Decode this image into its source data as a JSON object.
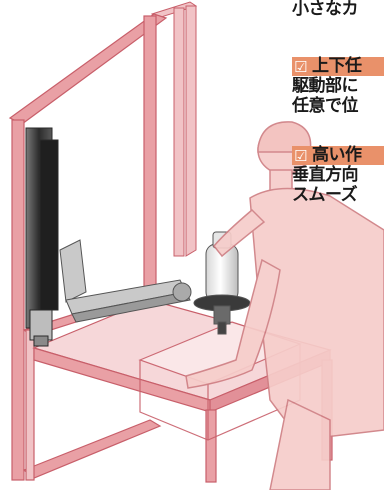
{
  "caption": {
    "line_top": "小さなカ",
    "heading_1": "上下任",
    "body_1a": "駆動部に",
    "body_1b": "任意で位",
    "heading_2": "高い作",
    "body_2a": "垂直方向",
    "body_2b": "スムーズ"
  },
  "check_mark": "☑",
  "colors": {
    "frame": "#e9a0a5",
    "frame_edge": "#c85f6a",
    "highlight": "#e9916a",
    "worker_fill": "#f6cdca",
    "worker_edge": "#cf7f84",
    "column": "#3a3a3a"
  }
}
